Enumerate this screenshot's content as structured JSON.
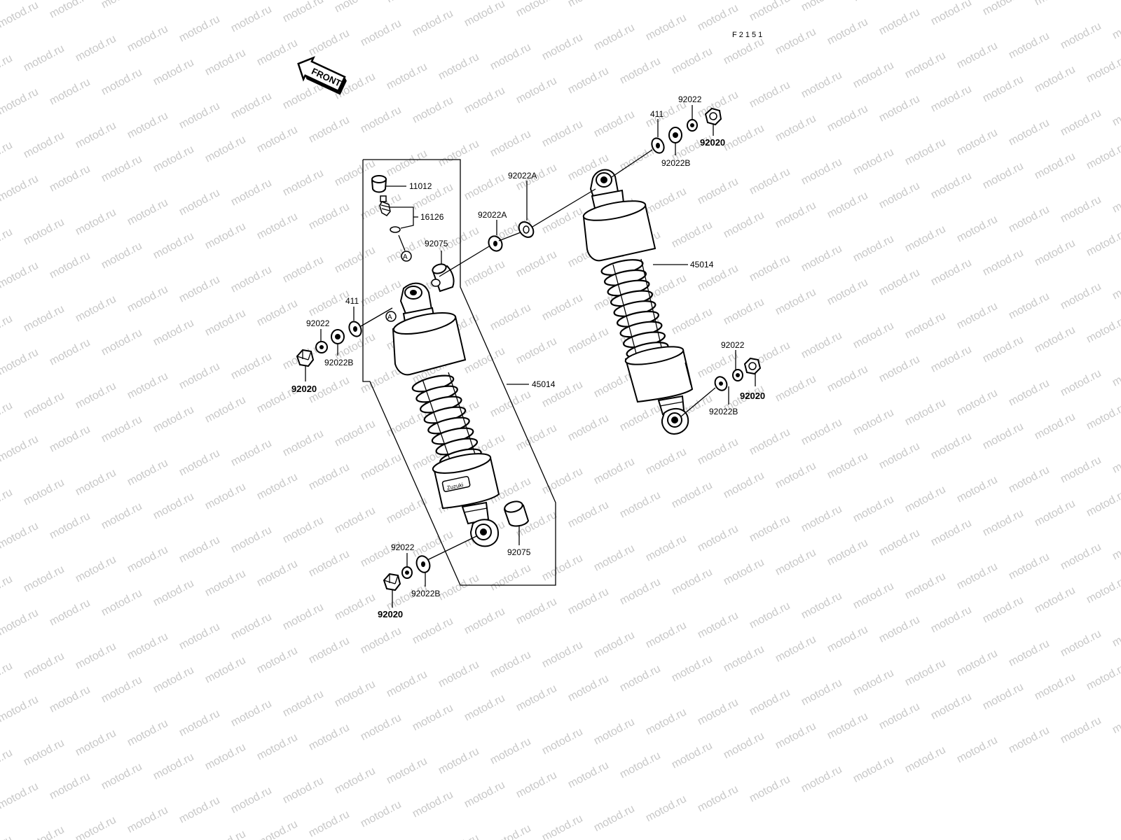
{
  "figure_code": "F2151",
  "front_label": "FRONT",
  "watermark_text": "motod.ru",
  "circle_marker": "A",
  "shock_label": "Zuzuki",
  "colors": {
    "ink": "#000000",
    "background": "#ffffff",
    "watermark": "#c8c8c8"
  },
  "labels": {
    "p11012": "11012",
    "p16126": "16126",
    "p92022A_1": "92022A",
    "p92022A_2": "92022A",
    "p92075_top": "92075",
    "p411_left": "411",
    "p92022_left": "92022",
    "p92022B_left": "92022B",
    "p92020_left": "92020",
    "p45014_left": "45014",
    "p92075_bottom": "92075",
    "p92022_bottom": "92022",
    "p92022B_bottom": "92022B",
    "p92020_bottom": "92020",
    "p411_right": "411",
    "p92022_right_top": "92022",
    "p92020_right_top": "92020",
    "p92022B_right_top": "92022B",
    "p45014_right": "45014",
    "p92022_right_bottom": "92022",
    "p92020_right_bottom": "92020",
    "p92022B_right_bottom": "92022B"
  }
}
